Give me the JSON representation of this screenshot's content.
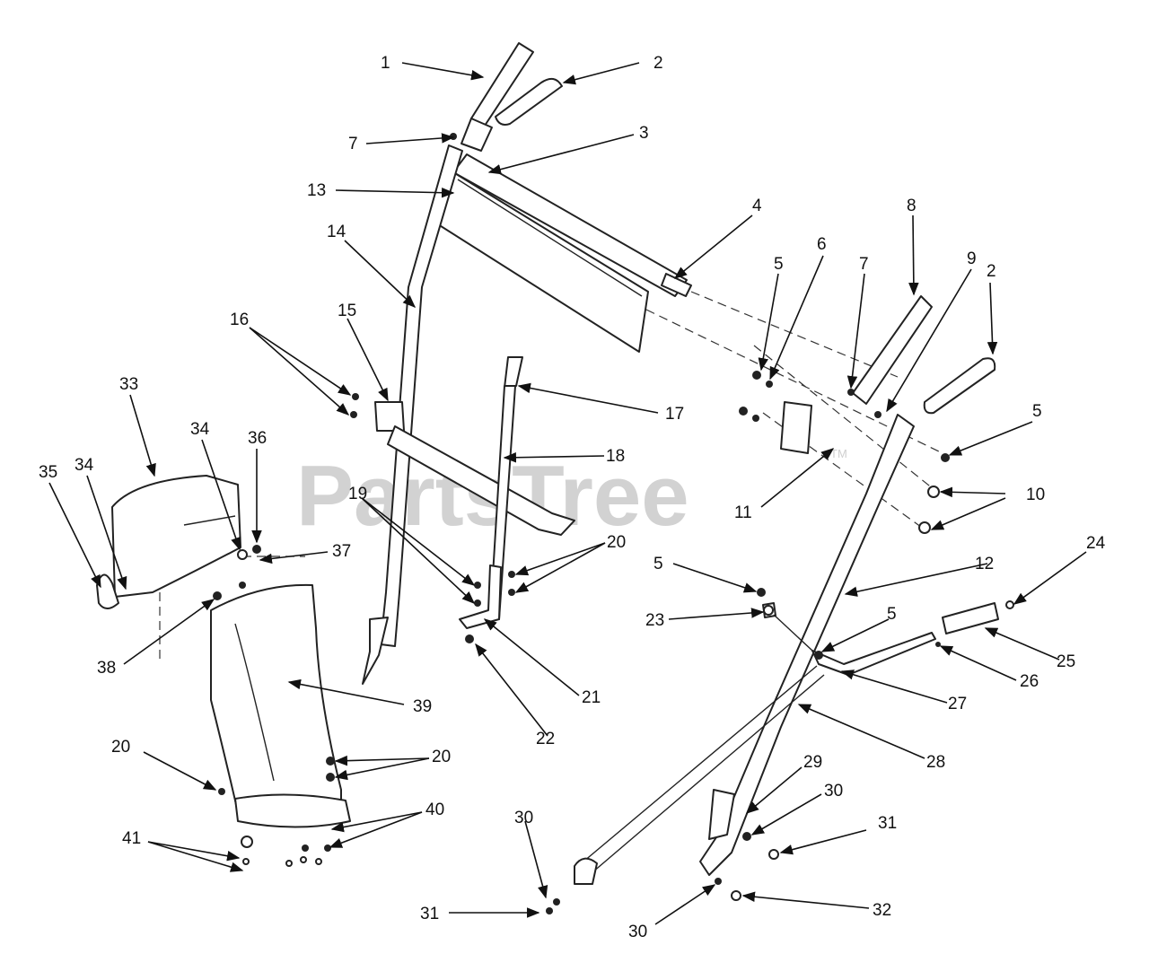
{
  "watermark": "PartsTree",
  "watermark_mark": "TM",
  "callouts": [
    {
      "id": "c1",
      "label": "1"
    },
    {
      "id": "c2a",
      "label": "2"
    },
    {
      "id": "c3",
      "label": "3"
    },
    {
      "id": "c7a",
      "label": "7"
    },
    {
      "id": "c13",
      "label": "13"
    },
    {
      "id": "c4",
      "label": "4"
    },
    {
      "id": "c14",
      "label": "14"
    },
    {
      "id": "c8",
      "label": "8"
    },
    {
      "id": "c5a",
      "label": "5"
    },
    {
      "id": "c6",
      "label": "6"
    },
    {
      "id": "c7b",
      "label": "7"
    },
    {
      "id": "c9",
      "label": "9"
    },
    {
      "id": "c2b",
      "label": "2"
    },
    {
      "id": "c15",
      "label": "15"
    },
    {
      "id": "c16",
      "label": "16"
    },
    {
      "id": "c33",
      "label": "33"
    },
    {
      "id": "c17",
      "label": "17"
    },
    {
      "id": "c5b",
      "label": "5"
    },
    {
      "id": "c34a",
      "label": "34"
    },
    {
      "id": "c36",
      "label": "36"
    },
    {
      "id": "c35",
      "label": "35"
    },
    {
      "id": "c34b",
      "label": "34"
    },
    {
      "id": "c18",
      "label": "18"
    },
    {
      "id": "c10",
      "label": "10"
    },
    {
      "id": "c11",
      "label": "11"
    },
    {
      "id": "c19",
      "label": "19"
    },
    {
      "id": "c37",
      "label": "37"
    },
    {
      "id": "c20a",
      "label": "20"
    },
    {
      "id": "c24",
      "label": "24"
    },
    {
      "id": "c5c",
      "label": "5"
    },
    {
      "id": "c12",
      "label": "12"
    },
    {
      "id": "c23",
      "label": "23"
    },
    {
      "id": "c5d",
      "label": "5"
    },
    {
      "id": "c38",
      "label": "38"
    },
    {
      "id": "c25",
      "label": "25"
    },
    {
      "id": "c26",
      "label": "26"
    },
    {
      "id": "c21",
      "label": "21"
    },
    {
      "id": "c27",
      "label": "27"
    },
    {
      "id": "c39",
      "label": "39"
    },
    {
      "id": "c22",
      "label": "22"
    },
    {
      "id": "c20b",
      "label": "20"
    },
    {
      "id": "c20c",
      "label": "20"
    },
    {
      "id": "c28",
      "label": "28"
    },
    {
      "id": "c29",
      "label": "29"
    },
    {
      "id": "c30a",
      "label": "30"
    },
    {
      "id": "c40",
      "label": "40"
    },
    {
      "id": "c41",
      "label": "41"
    },
    {
      "id": "c30b",
      "label": "30"
    },
    {
      "id": "c31a",
      "label": "31"
    },
    {
      "id": "c31b",
      "label": "31"
    },
    {
      "id": "c32",
      "label": "32"
    },
    {
      "id": "c30c",
      "label": "30"
    }
  ]
}
